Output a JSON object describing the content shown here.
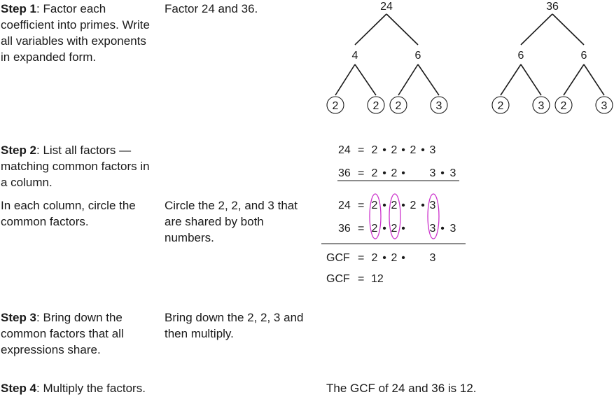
{
  "colors": {
    "text": "#1a1a1a",
    "highlight": "#cc33cc"
  },
  "steps": {
    "s1": {
      "label": "Step 1",
      "text": ": Factor each coefficient into primes. Write all variables with exponents in expanded form.",
      "example": "Factor 24 and 36."
    },
    "s2": {
      "label": "Step 2",
      "text": ": List all factors — matching common factors in a column."
    },
    "s2b": {
      "text": "In each column, circle the common factors.",
      "example": "Circle the 2, 2, and 3 that are shared by both numbers."
    },
    "s3": {
      "label": "Step 3",
      "text": ": Bring down the common factors that all expressions share.",
      "example": "Bring down the 2, 2, 3 and then multiply."
    },
    "s4": {
      "label": "Step 4",
      "text": ": Multiply the factors.",
      "result": "The GCF of 24 and 36 is 12."
    }
  },
  "tree24": {
    "root": "24",
    "mid": [
      "4",
      "6"
    ],
    "leaves": [
      "2",
      "2",
      "2",
      "3"
    ]
  },
  "tree36": {
    "root": "36",
    "mid": [
      "6",
      "6"
    ],
    "leaves": [
      "2",
      "3",
      "2",
      "3"
    ]
  },
  "listing": {
    "a": {
      "n": "24",
      "eq": "=",
      "factors": [
        "2",
        "•",
        "2",
        "•",
        "2",
        "•",
        "3"
      ]
    },
    "b": {
      "n": "36",
      "eq": "=",
      "factors": [
        "2",
        "•",
        "2",
        "•",
        "3",
        "•",
        "3"
      ]
    }
  },
  "circled": {
    "a": {
      "n": "24",
      "eq": "=",
      "factors": [
        "2",
        "•",
        "2",
        "•",
        "2",
        "•",
        "3"
      ]
    },
    "b": {
      "n": "36",
      "eq": "=",
      "factors": [
        "2",
        "•",
        "2",
        "•",
        "3",
        "•",
        "3"
      ]
    }
  },
  "gcf": {
    "line1": {
      "label": "GCF",
      "eq": "=",
      "factors": [
        "2",
        "•",
        "2",
        "•",
        "3"
      ]
    },
    "line2": {
      "label": "GCF",
      "eq": "=",
      "value": "12"
    }
  }
}
